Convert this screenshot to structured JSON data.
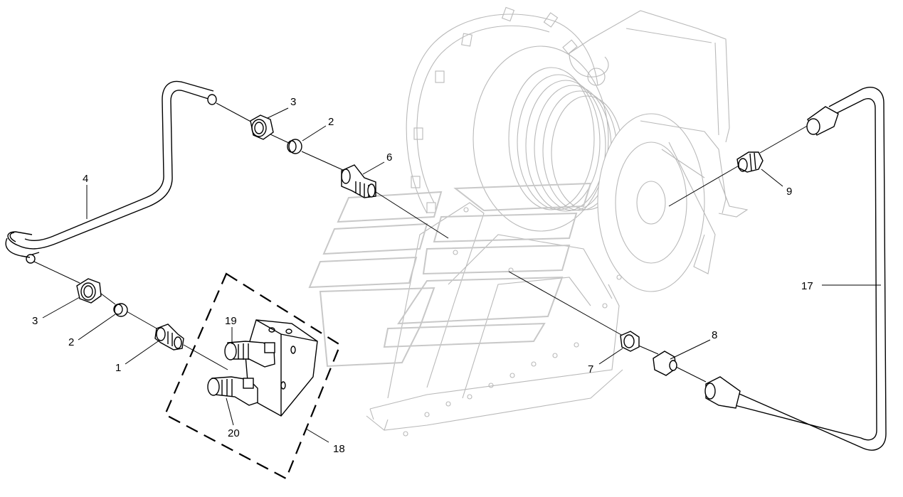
{
  "diagram": {
    "callouts": {
      "c1": "1",
      "c2a": "2",
      "c2b": "2",
      "c3a": "3",
      "c3b": "3",
      "c4": "4",
      "c6": "6",
      "c7": "7",
      "c8": "8",
      "c9": "9",
      "c17": "17",
      "c18": "18",
      "c19": "19",
      "c20": "20"
    },
    "colors": {
      "line": "#000000",
      "background_equipment": "#b9b9b9",
      "watermark": "#c8c8c8",
      "background": "#ffffff"
    }
  }
}
